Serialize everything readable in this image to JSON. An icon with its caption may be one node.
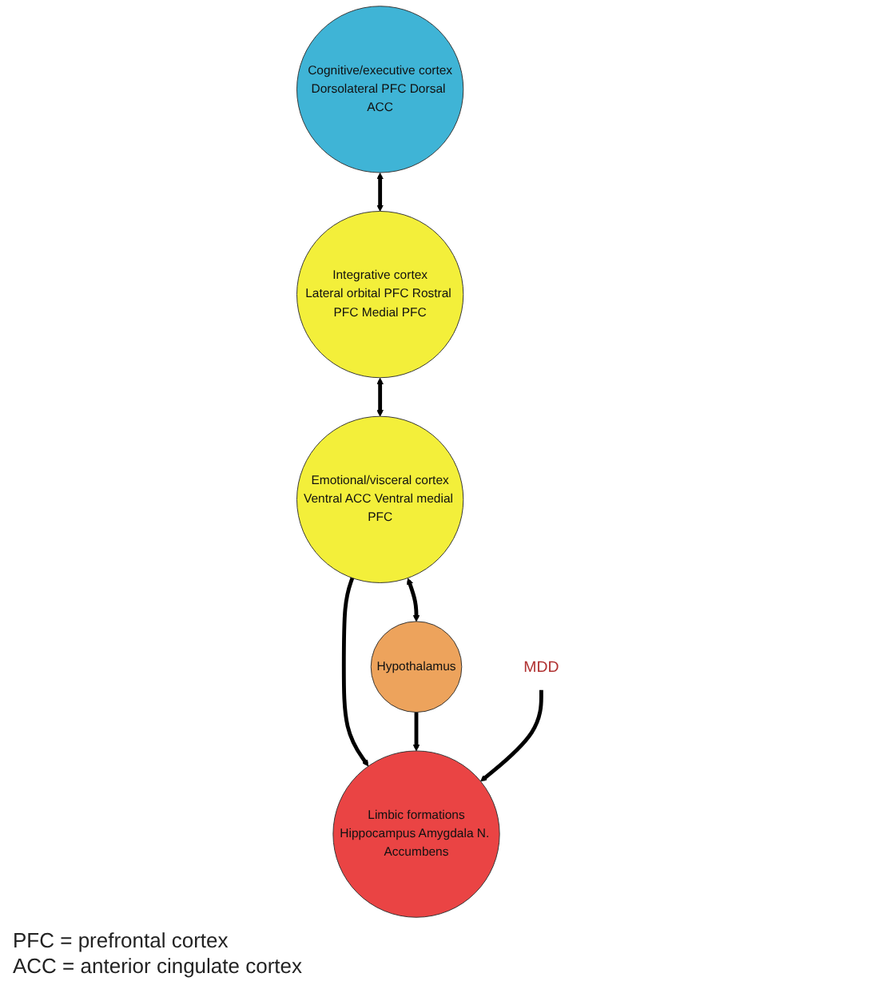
{
  "diagram": {
    "nodes": [
      {
        "text": [
          "Cognitive/executive cortex",
          "Dorsolateral PFC Dorsal ACC"
        ]
      },
      {
        "text": [
          "MDD"
        ]
      },
      {
        "text": [
          "Integrative cortex",
          "Lateral orbital PFC Rostral PFC Medial PFC"
        ]
      },
      {
        "text": [
          "Limbic formations",
          "Hippocampus Amygdala N. Accumbens"
        ]
      },
      {
        "text": [
          "Emotional/visceral cortex",
          "Ventral ACC Ventral medial PFC"
        ]
      },
      {
        "text": [
          "Hypothalamus"
        ]
      }
    ],
    "edges": [
      {
        "from": 0,
        "to": 2,
        "arrow": "both"
      },
      {
        "from": 2,
        "to": 4,
        "arrow": "both"
      },
      {
        "from": 4,
        "to": 5,
        "arrow": "both"
      },
      {
        "from": 4,
        "to": 3,
        "arrow": "to"
      },
      {
        "from": 5,
        "to": 3,
        "arrow": "to"
      },
      {
        "from": 1,
        "to": 3,
        "arrow": "to"
      }
    ],
    "labels": [
      "PFC = prefrontal cortex",
      "ACC = anterior cingulate cortex"
    ]
  }
}
